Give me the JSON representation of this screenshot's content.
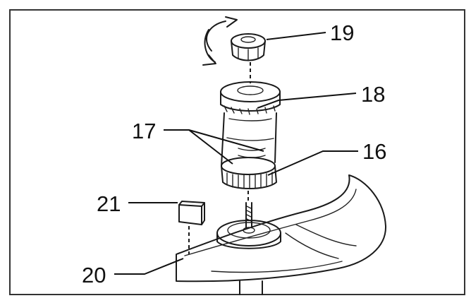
{
  "labels": {
    "part_16": "16",
    "part_17": "17",
    "part_18": "18",
    "part_19": "19",
    "part_20": "20",
    "part_21": "21"
  },
  "colors": {
    "line": "#1a1a1a",
    "background": "#ffffff",
    "frame": "#333333"
  }
}
